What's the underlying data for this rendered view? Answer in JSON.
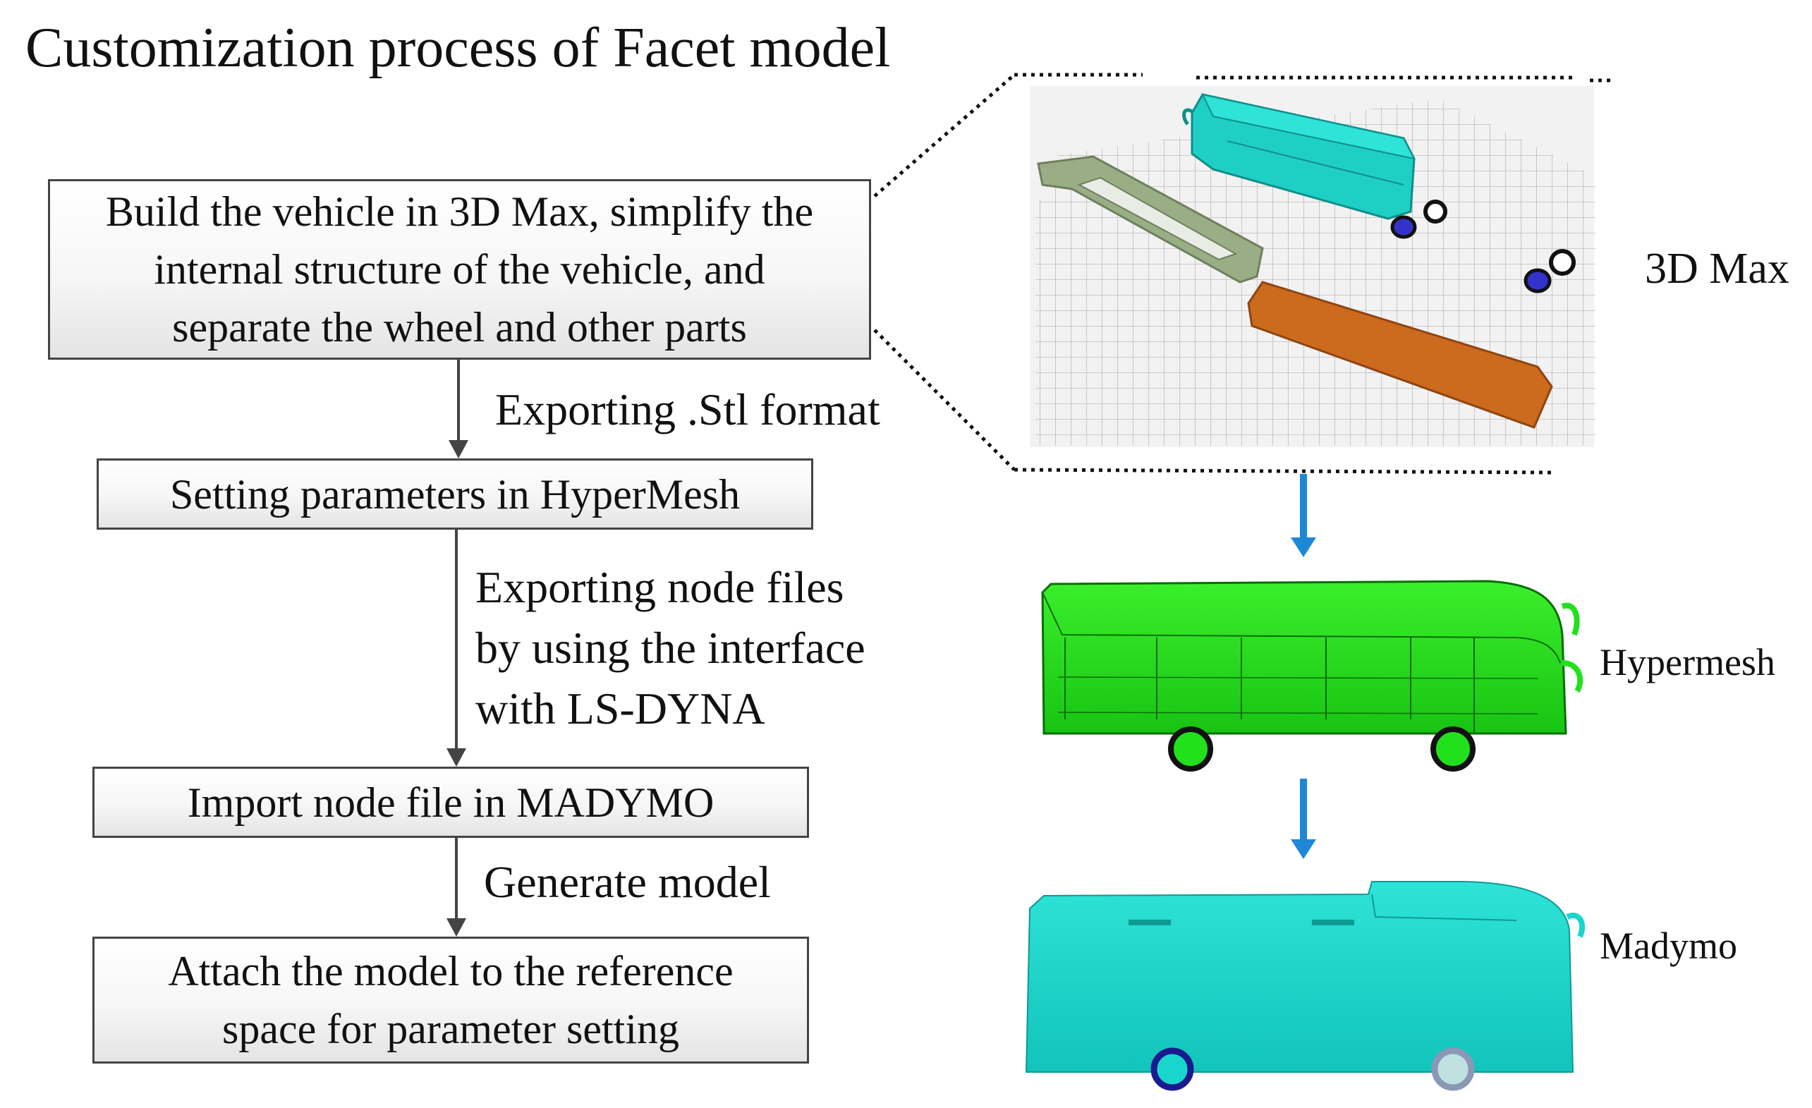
{
  "title": "Customization process of Facet model",
  "steps": [
    {
      "lines": [
        "Build the vehicle in 3D Max, simplify the",
        "internal structure of the vehicle, and",
        "separate the wheel and other parts"
      ]
    },
    {
      "lines": [
        "Setting parameters in HyperMesh"
      ]
    },
    {
      "lines": [
        "Import node file in MADYMO"
      ]
    },
    {
      "lines": [
        "Attach the model to the reference",
        "space for parameter setting"
      ]
    }
  ],
  "transitions": [
    {
      "lines": [
        "Exporting .Stl format"
      ]
    },
    {
      "lines": [
        "Exporting node files",
        "by using the interface",
        "with LS-DYNA"
      ]
    },
    {
      "lines": [
        "Generate  model"
      ]
    }
  ],
  "panels": {
    "max": "3D Max",
    "hypermesh": "Hypermesh",
    "madymo": "Madymo"
  },
  "colors": {
    "box_border": "#444444",
    "arrow": "#444444",
    "blue_arrow": "#1e88d6",
    "bus_cyan": "#19d6cc",
    "bus_green": "#22e01c",
    "stand_orange": "#cc6a1e",
    "frame_olive": "#9aae86"
  }
}
